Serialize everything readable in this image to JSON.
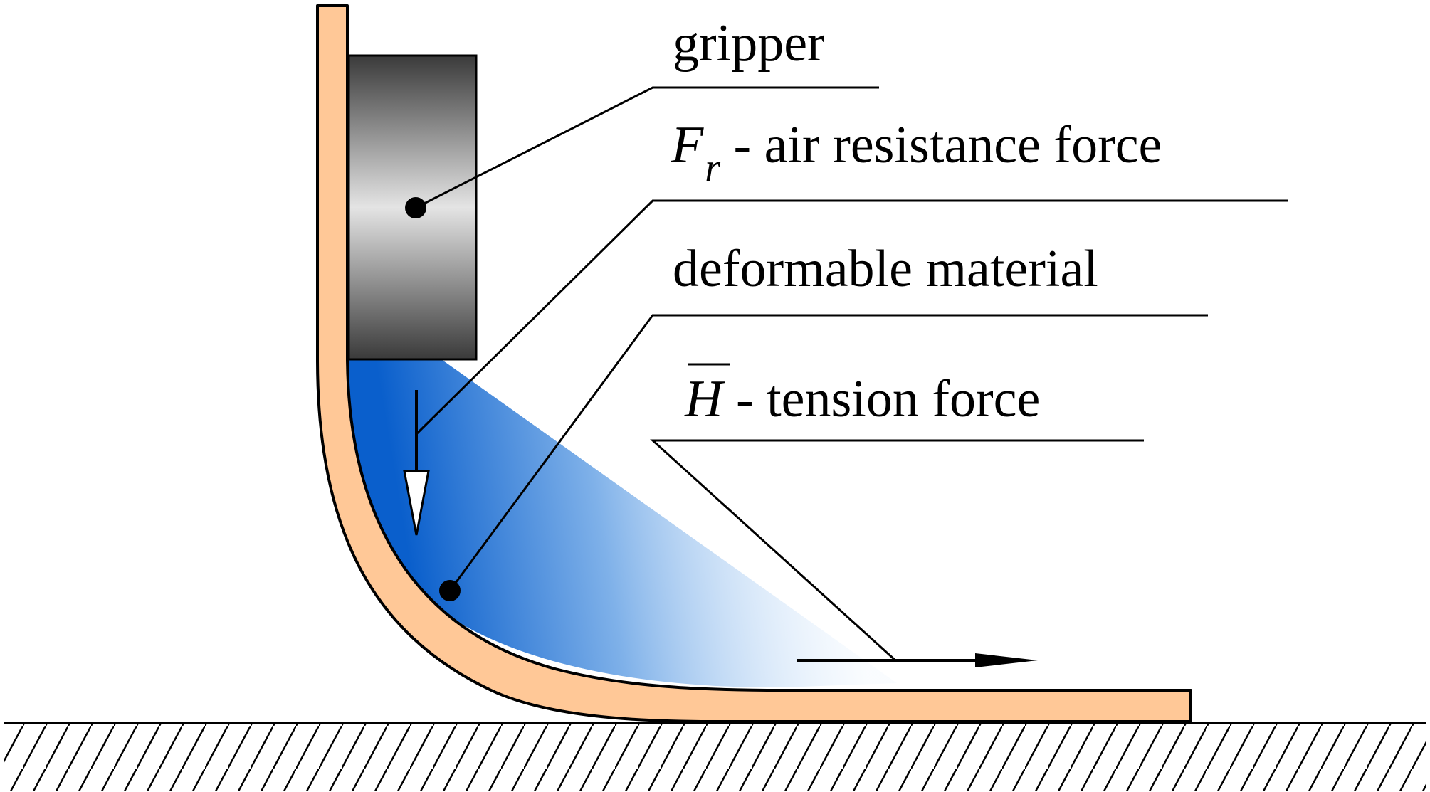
{
  "labels": {
    "gripper": "gripper",
    "air_resistance": {
      "symbol": "F",
      "subscript": "r",
      "text": " - air resistance force"
    },
    "material": "deformable material",
    "tension": {
      "symbol": "H",
      "text": " -  tension force"
    }
  },
  "colors": {
    "material": "#ffc897",
    "air_flow": "#1e6fd0",
    "gripper_dark": "#3a3a3a",
    "gripper_light": "#e4e4e4",
    "ground": "#000000"
  }
}
